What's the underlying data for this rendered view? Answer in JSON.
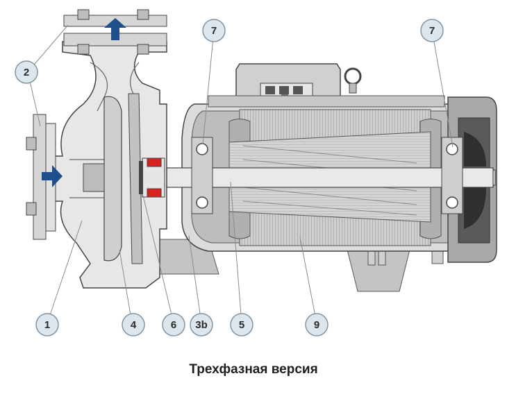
{
  "caption": "Трехфазная версия",
  "callouts": [
    {
      "id": "c1",
      "label": "1"
    },
    {
      "id": "c2",
      "label": "2"
    },
    {
      "id": "c4",
      "label": "4"
    },
    {
      "id": "c6",
      "label": "6"
    },
    {
      "id": "c3b",
      "label": "3b"
    },
    {
      "id": "c5",
      "label": "5"
    },
    {
      "id": "c9",
      "label": "9"
    },
    {
      "id": "c7a",
      "label": "7"
    },
    {
      "id": "c7b",
      "label": "7"
    }
  ],
  "colors": {
    "callout_fill": "#dde6ec",
    "callout_stroke": "#7f95a3",
    "flow_arrow": "#1f4e8c",
    "seal": "#d6231f",
    "body_light": "#dcdcdc",
    "body_mid": "#b9b9b9",
    "body_dark": "#5a5a5a"
  }
}
